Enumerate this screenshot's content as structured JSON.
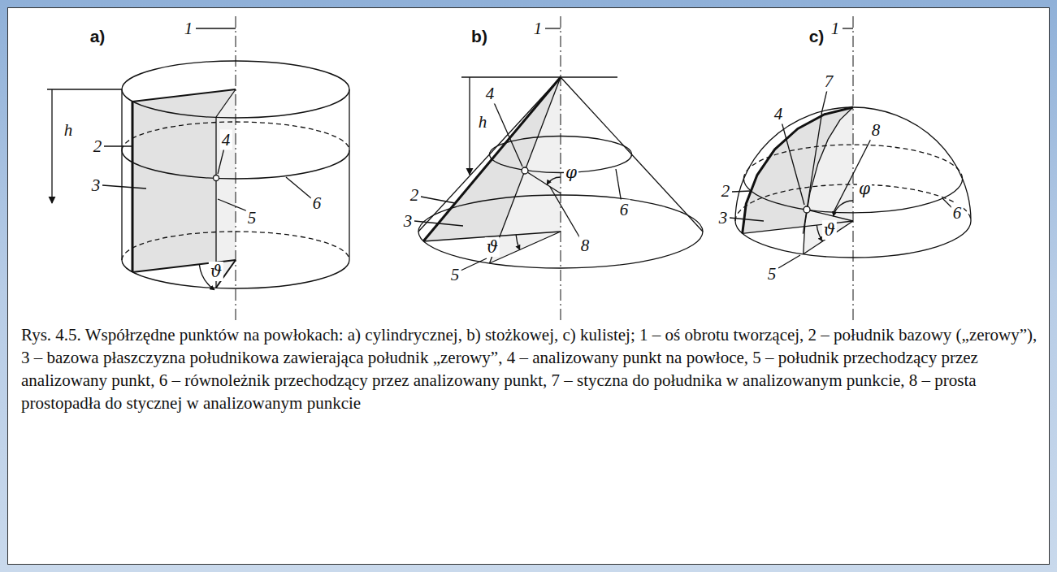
{
  "diagram": {
    "caption": "Rys. 4.5. Współrzędne punktów na powłokach: a) cylindrycznej, b) stożkowej, c) kulistej; 1 – oś obrotu tworzącej, 2 – południk bazowy („zerowy”), 3 – bazowa płaszczyzna południkowa zawierająca południk „zerowy”, 4 – analizowany punkt na powłoce, 5 – południk przechodzący przez analizowany punkt, 6 – równoleżnik przechodzący przez analizowany punkt, 7 – styczna do południka w analizowanym punkcie, 8 – prosta prostopadła do stycznej w analizowanym punkcie",
    "labels": [
      "a)",
      "1",
      "h",
      "2",
      "4",
      "3",
      "6",
      "5",
      "ϑ",
      "b)",
      "1",
      "h",
      "4",
      "φ",
      "2",
      "6",
      "3",
      "8",
      "ϑ",
      "5",
      "c)",
      "1",
      "7",
      "4",
      "8",
      "φ",
      "2",
      "6",
      "3",
      "ϑ",
      "5"
    ]
  }
}
